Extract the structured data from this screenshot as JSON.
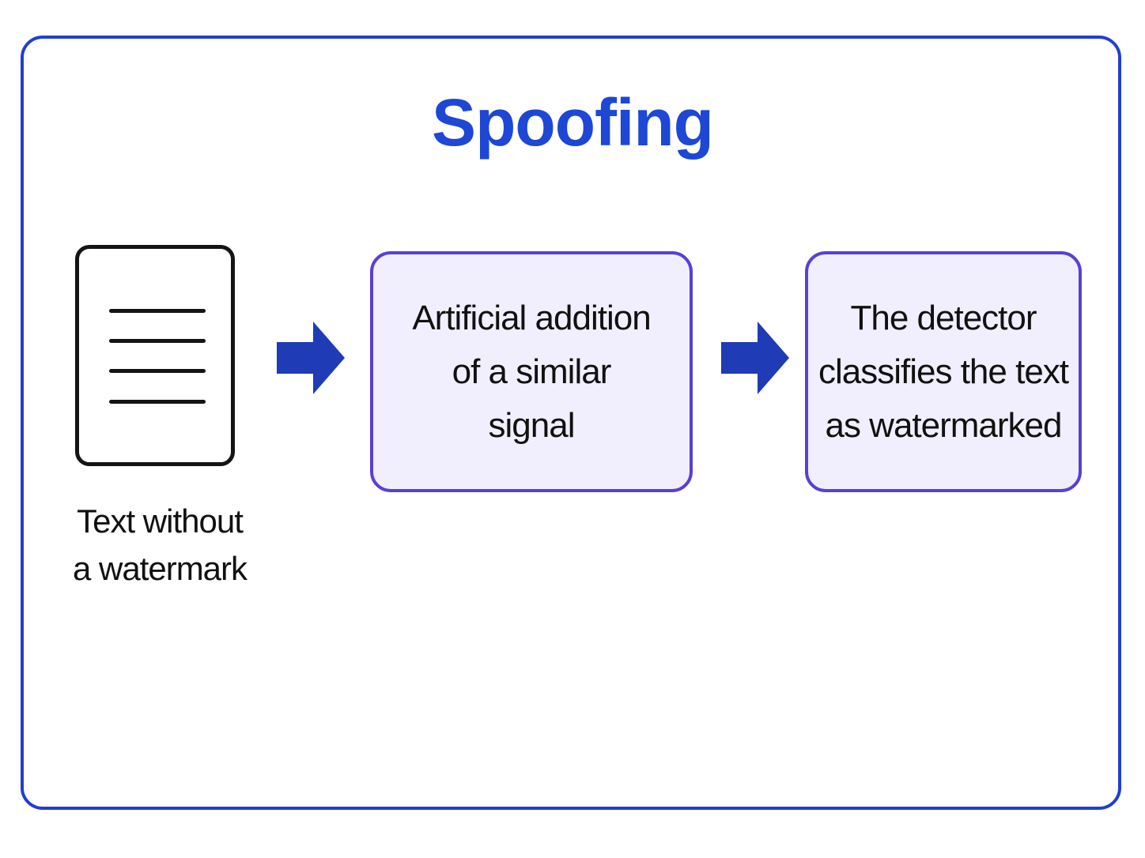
{
  "diagram": {
    "title": "Spoofing",
    "source": {
      "icon": "document-lines-icon",
      "caption_line1": "Text without",
      "caption_line2": "a watermark"
    },
    "steps": [
      {
        "line1": "Artificial addition",
        "line2": "of a similar",
        "line3": "signal"
      },
      {
        "line1": "The detector",
        "line2": "classifies the text",
        "line3": "as watermarked"
      }
    ],
    "arrows": [
      "arrow-right-icon",
      "arrow-right-icon"
    ]
  },
  "colors": {
    "frame_border": "#1f3fd0",
    "title": "#1d47d4",
    "arrow": "#1f3bb5",
    "step_border": "#5a3fd6",
    "step_fill": "#f1effd",
    "text": "#111111"
  }
}
